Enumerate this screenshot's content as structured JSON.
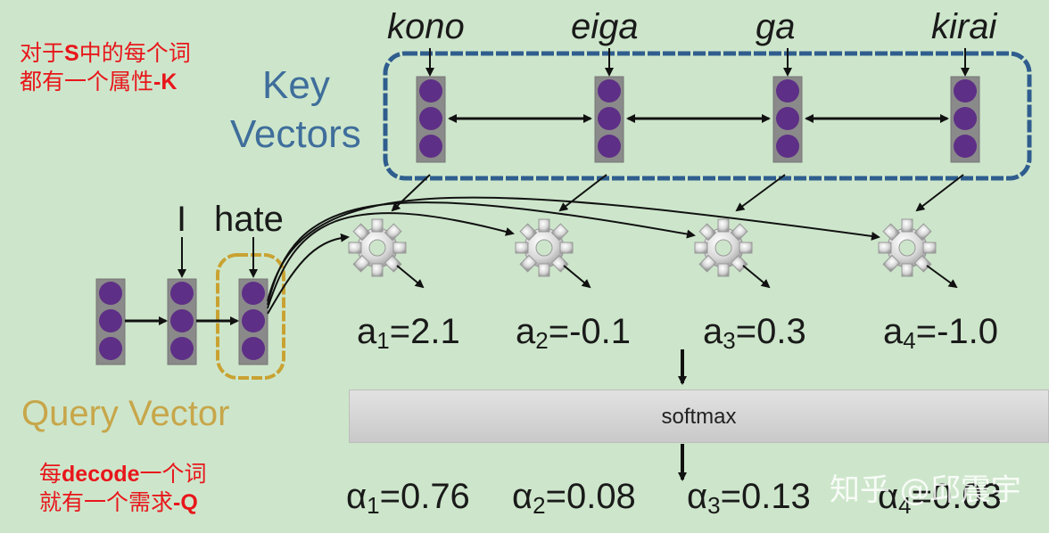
{
  "annotations": {
    "top_left": {
      "line1_pre": "对于",
      "line1_bold": "S",
      "line1_post": "中的每个词",
      "line2_pre": "都有一个属性",
      "line2_bold": "-K"
    },
    "bottom_left": {
      "line1_pre": "每",
      "line1_bold": "decode",
      "line1_post": "一个词",
      "line2_pre": "就有一个需求",
      "line2_bold": "-Q"
    }
  },
  "key_words": [
    "kono",
    "eiga",
    "ga",
    "kirai"
  ],
  "key_label": {
    "line1": "Key",
    "line2": "Vectors"
  },
  "query_words": [
    "I",
    "hate"
  ],
  "query_label": "Query Vector",
  "scores": [
    {
      "sym": "a",
      "sub": "1",
      "val": "=2.1"
    },
    {
      "sym": "a",
      "sub": "2",
      "val": "=-0.1"
    },
    {
      "sym": "a",
      "sub": "3",
      "val": "=0.3"
    },
    {
      "sym": "a",
      "sub": "4",
      "val": "=-1.0"
    }
  ],
  "softmax_label": "softmax",
  "weights": [
    {
      "sym": "α",
      "sub": "1",
      "val": "=0.76"
    },
    {
      "sym": "α",
      "sub": "2",
      "val": "=0.08"
    },
    {
      "sym": "α",
      "sub": "3",
      "val": "=0.13"
    },
    {
      "sym": "α",
      "sub": "4",
      "val": "=0.03"
    }
  ],
  "watermark": "知乎 @邱震宇",
  "colors": {
    "background": "#cde6cb",
    "node": "#5e2f86",
    "key_box": "#2f5d8e",
    "query_box": "#c9a232",
    "annotation": "#e8161b"
  }
}
